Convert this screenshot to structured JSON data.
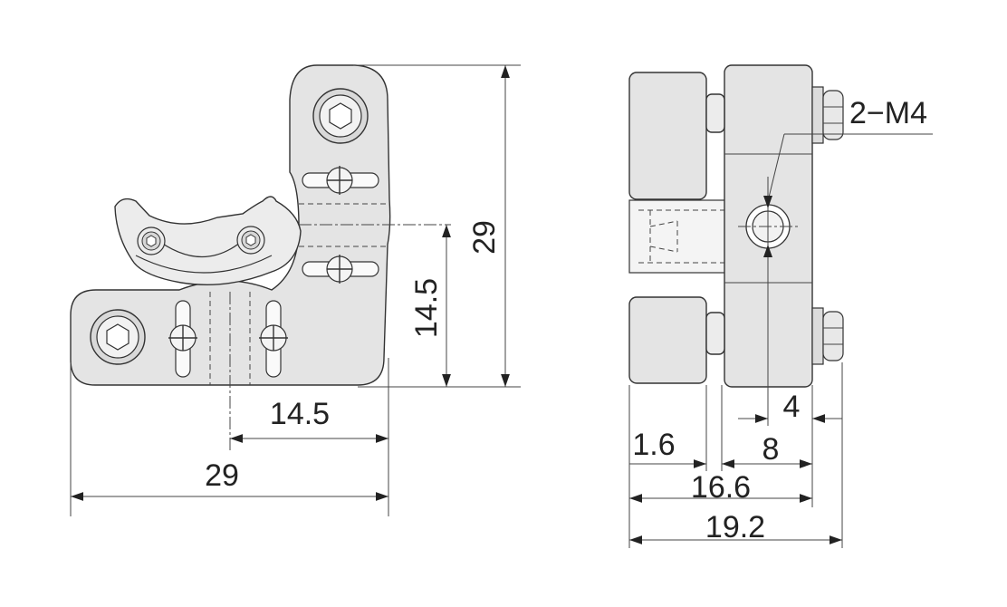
{
  "callout": {
    "thread_label": "2−M4"
  },
  "front_view": {
    "height_total": "29",
    "height_half": "14.5",
    "width_half": "14.5",
    "width_total": "29"
  },
  "side_view": {
    "offset_hole": "4",
    "gap": "1.6",
    "depth": "8",
    "width_inner": "16.6",
    "width_total": "19.2"
  }
}
